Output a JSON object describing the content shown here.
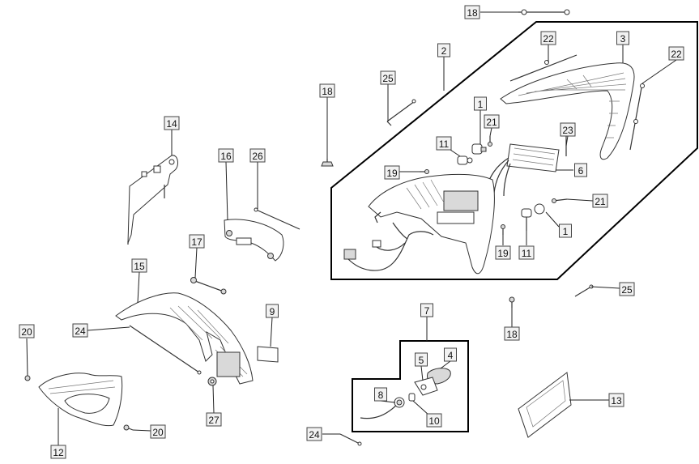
{
  "callouts": [
    {
      "id": "c18-top",
      "label": "18"
    },
    {
      "id": "c22-left",
      "label": "22"
    },
    {
      "id": "c3",
      "label": "3"
    },
    {
      "id": "c22-right",
      "label": "22"
    },
    {
      "id": "c2",
      "label": "2"
    },
    {
      "id": "c25-top",
      "label": "25"
    },
    {
      "id": "c18-left",
      "label": "18"
    },
    {
      "id": "c1-top",
      "label": "1"
    },
    {
      "id": "c21-top",
      "label": "21"
    },
    {
      "id": "c23",
      "label": "23"
    },
    {
      "id": "c11-top",
      "label": "11"
    },
    {
      "id": "c6",
      "label": "6"
    },
    {
      "id": "c19-top",
      "label": "19"
    },
    {
      "id": "c21-right",
      "label": "21"
    },
    {
      "id": "c1-right",
      "label": "1"
    },
    {
      "id": "c19-bottom",
      "label": "19"
    },
    {
      "id": "c11-bottom",
      "label": "11"
    },
    {
      "id": "c14",
      "label": "14"
    },
    {
      "id": "c16",
      "label": "16"
    },
    {
      "id": "c26",
      "label": "26"
    },
    {
      "id": "c17",
      "label": "17"
    },
    {
      "id": "c15",
      "label": "15"
    },
    {
      "id": "c9",
      "label": "9"
    },
    {
      "id": "c7",
      "label": "7"
    },
    {
      "id": "c25-right",
      "label": "25"
    },
    {
      "id": "c18-bottom",
      "label": "18"
    },
    {
      "id": "c24-left",
      "label": "24"
    },
    {
      "id": "c20-left",
      "label": "20"
    },
    {
      "id": "c5",
      "label": "5"
    },
    {
      "id": "c4",
      "label": "4"
    },
    {
      "id": "c8",
      "label": "8"
    },
    {
      "id": "c10",
      "label": "10"
    },
    {
      "id": "c13",
      "label": "13"
    },
    {
      "id": "c27",
      "label": "27"
    },
    {
      "id": "c12",
      "label": "12"
    },
    {
      "id": "c20-bottom",
      "label": "20"
    },
    {
      "id": "c24-bottom",
      "label": "24"
    }
  ]
}
